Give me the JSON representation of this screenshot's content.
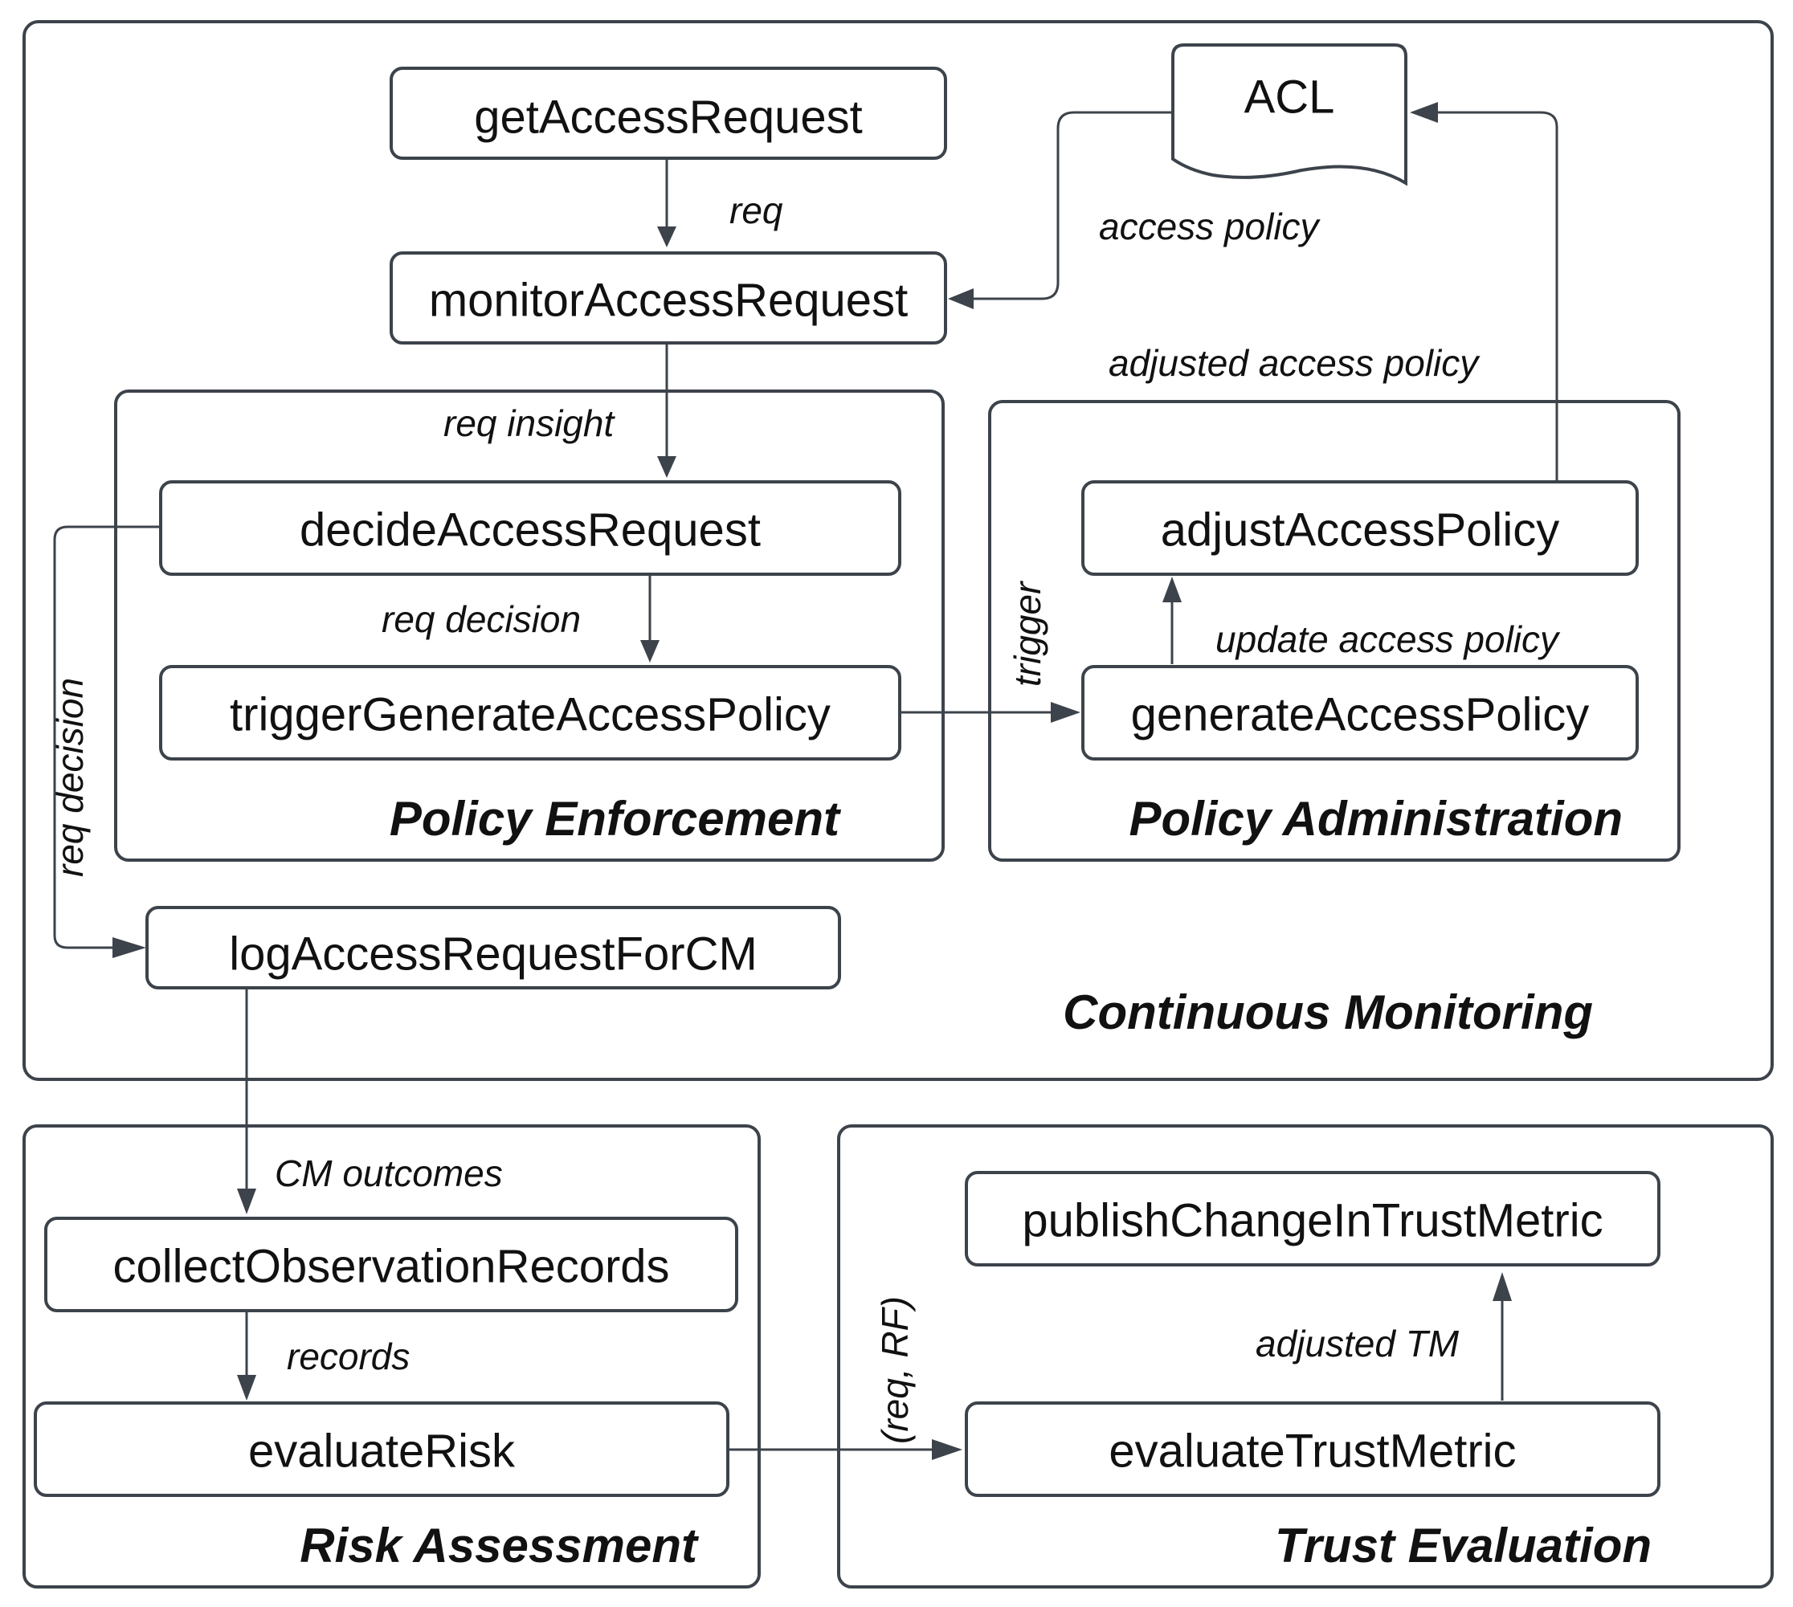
{
  "groups": {
    "continuous_monitoring": "Continuous Monitoring",
    "policy_enforcement": "Policy Enforcement",
    "policy_administration": "Policy Administration",
    "risk_assessment": "Risk Assessment",
    "trust_evaluation": "Trust Evaluation"
  },
  "nodes": {
    "get_access_request": "getAccessRequest",
    "monitor_access_request": "monitorAccessRequest",
    "acl": "ACL",
    "decide_access_request": "decideAccessRequest",
    "trigger_generate_access_policy": "triggerGenerateAccessPolicy",
    "adjust_access_policy": "adjustAccessPolicy",
    "generate_access_policy": "generateAccessPolicy",
    "log_access_request_for_cm": "logAccessRequestForCM",
    "collect_observation_records": "collectObservationRecords",
    "evaluate_risk": "evaluateRisk",
    "publish_change_in_trust_metric": "publishChangeInTrustMetric",
    "evaluate_trust_metric": "evaluateTrustMetric"
  },
  "edges": {
    "req": "req",
    "access_policy": "access policy",
    "adjusted_access_policy": "adjusted access policy",
    "req_insight": "req insight",
    "req_decision": "req decision",
    "req_decision_side": "req decision",
    "trigger": "trigger",
    "update_access_policy": "update access policy",
    "cm_outcomes": "CM outcomes",
    "records": "records",
    "req_rf": "(req, RF)",
    "adjusted_tm": "adjusted TM"
  }
}
